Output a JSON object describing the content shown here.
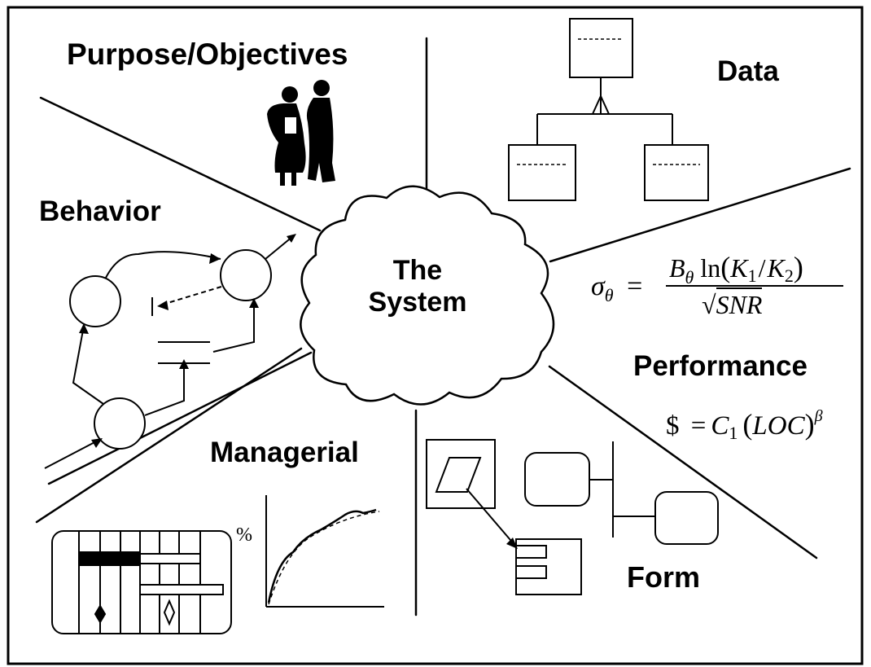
{
  "labels": {
    "purpose": "Purpose/Objectives",
    "data": "Data",
    "behavior": "Behavior",
    "system_line1": "The",
    "system_line2": "System",
    "performance": "Performance",
    "managerial": "Managerial",
    "form": "Form"
  },
  "managerial_chart": {
    "y_unit": "%"
  },
  "formula1": {
    "lhs": "σ",
    "lhs_sub": "θ",
    "equals": "=",
    "num_B": "B",
    "num_B_sub": "θ",
    "num_ln": "ln",
    "num_K1": "K",
    "num_K1_sub": "1",
    "num_slash": "/",
    "num_K2": "K",
    "num_K2_sub": "2",
    "den_sqrt": "√",
    "den": "SNR"
  },
  "formula2": {
    "dollar": "$",
    "equals": "=",
    "C": "C",
    "C_sub": "1",
    "LOC": "LOC",
    "exp": "β"
  },
  "colors": {
    "ink": "#000000",
    "paper": "#ffffff"
  }
}
